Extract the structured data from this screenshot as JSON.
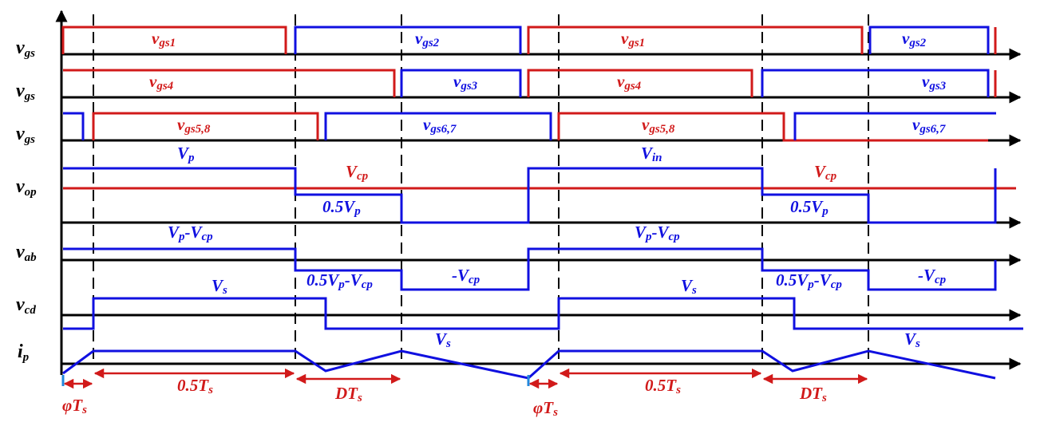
{
  "colors": {
    "red": "#d11a1a",
    "blue": "#1010e0",
    "black": "#000000"
  },
  "row_labels": [
    {
      "main": "v",
      "sub": "gs"
    },
    {
      "main": "v",
      "sub": "gs"
    },
    {
      "main": "v",
      "sub": "gs"
    },
    {
      "main": "v",
      "sub": "op"
    },
    {
      "main": "v",
      "sub": "ab"
    },
    {
      "main": "v",
      "sub": "cd"
    },
    {
      "main": "i",
      "sub": "p"
    }
  ],
  "annotations": {
    "row1": [
      {
        "main": "v",
        "sub": "gs1"
      },
      {
        "main": "v",
        "sub": "gs2"
      },
      {
        "main": "v",
        "sub": "gs1"
      },
      {
        "main": "v",
        "sub": "gs2"
      }
    ],
    "row2": [
      {
        "main": "v",
        "sub": "gs4"
      },
      {
        "main": "v",
        "sub": "gs3"
      },
      {
        "main": "v",
        "sub": "gs4"
      },
      {
        "main": "v",
        "sub": "gs3"
      }
    ],
    "row3": [
      {
        "main": "v",
        "sub": "gs5,8"
      },
      {
        "main": "v",
        "sub": "gs6,7"
      },
      {
        "main": "v",
        "sub": "gs5,8"
      },
      {
        "main": "v",
        "sub": "gs6,7"
      }
    ],
    "row4": [
      {
        "main": "V",
        "sub": "p"
      },
      {
        "main": "V",
        "sub": "cp"
      },
      {
        "main": "0.5V",
        "sub": "p"
      },
      {
        "main": "V",
        "sub": "in"
      },
      {
        "main": "V",
        "sub": "cp"
      },
      {
        "main": "0.5V",
        "sub": "p"
      }
    ],
    "row5": [
      {
        "main": "V",
        "sub": "p",
        "tail": "-V",
        "tail_sub": "cp"
      },
      {
        "main": "0.5V",
        "sub": "p",
        "tail": "-V",
        "tail_sub": "cp"
      },
      {
        "main": "-V",
        "sub": "cp"
      },
      {
        "main": "V",
        "sub": "p",
        "tail": "-V",
        "tail_sub": "cp"
      },
      {
        "main": "0.5V",
        "sub": "p",
        "tail": "-V",
        "tail_sub": "cp"
      },
      {
        "main": "-V",
        "sub": "cp"
      }
    ],
    "row6": [
      {
        "main": "V",
        "sub": "s"
      },
      {
        "main": "V",
        "sub": "s"
      }
    ],
    "row7": [
      {
        "main": "V",
        "sub": "s"
      },
      {
        "main": "V",
        "sub": "s"
      }
    ]
  },
  "intervals": [
    {
      "main": "φT",
      "sub": "s"
    },
    {
      "main": "0.5T",
      "sub": "s"
    },
    {
      "main": "DT",
      "sub": "s"
    },
    {
      "main": "φT",
      "sub": "s"
    },
    {
      "main": "0.5T",
      "sub": "s"
    },
    {
      "main": "DT",
      "sub": "s"
    }
  ]
}
